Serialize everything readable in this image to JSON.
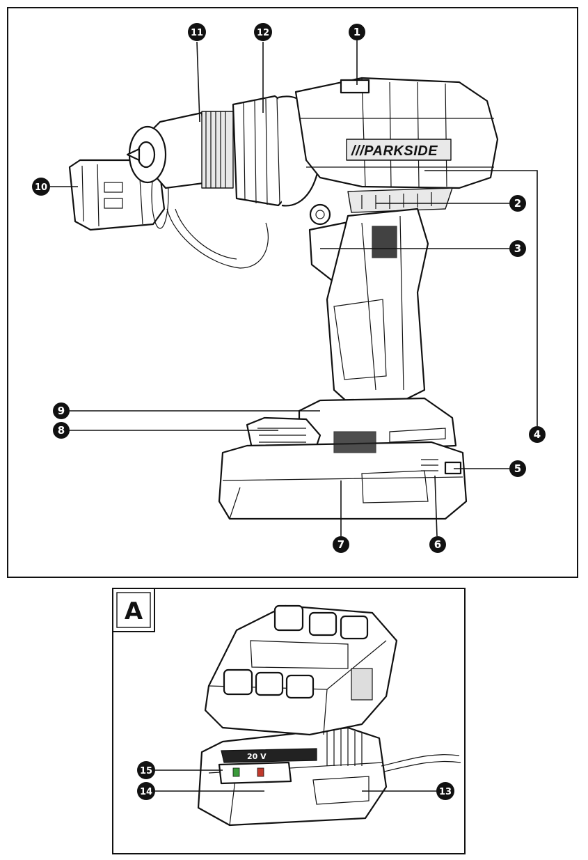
{
  "figure_top": {
    "brand_text": "///PARKSIDE",
    "callouts": [
      {
        "id": "c1",
        "label": "1"
      },
      {
        "id": "c2",
        "label": "2"
      },
      {
        "id": "c3",
        "label": "3"
      },
      {
        "id": "c4",
        "label": "4"
      },
      {
        "id": "c5",
        "label": "5"
      },
      {
        "id": "c6",
        "label": "6"
      },
      {
        "id": "c7",
        "label": "7"
      },
      {
        "id": "c8",
        "label": "8"
      },
      {
        "id": "c9",
        "label": "9"
      },
      {
        "id": "c10",
        "label": "10"
      },
      {
        "id": "c11",
        "label": "11"
      },
      {
        "id": "c12",
        "label": "12"
      }
    ]
  },
  "figure_bottom": {
    "panel_letter": "A",
    "voltage_text": "20 V",
    "callouts": [
      {
        "id": "c13",
        "label": "13"
      },
      {
        "id": "c14",
        "label": "14"
      },
      {
        "id": "c15",
        "label": "15"
      }
    ]
  }
}
